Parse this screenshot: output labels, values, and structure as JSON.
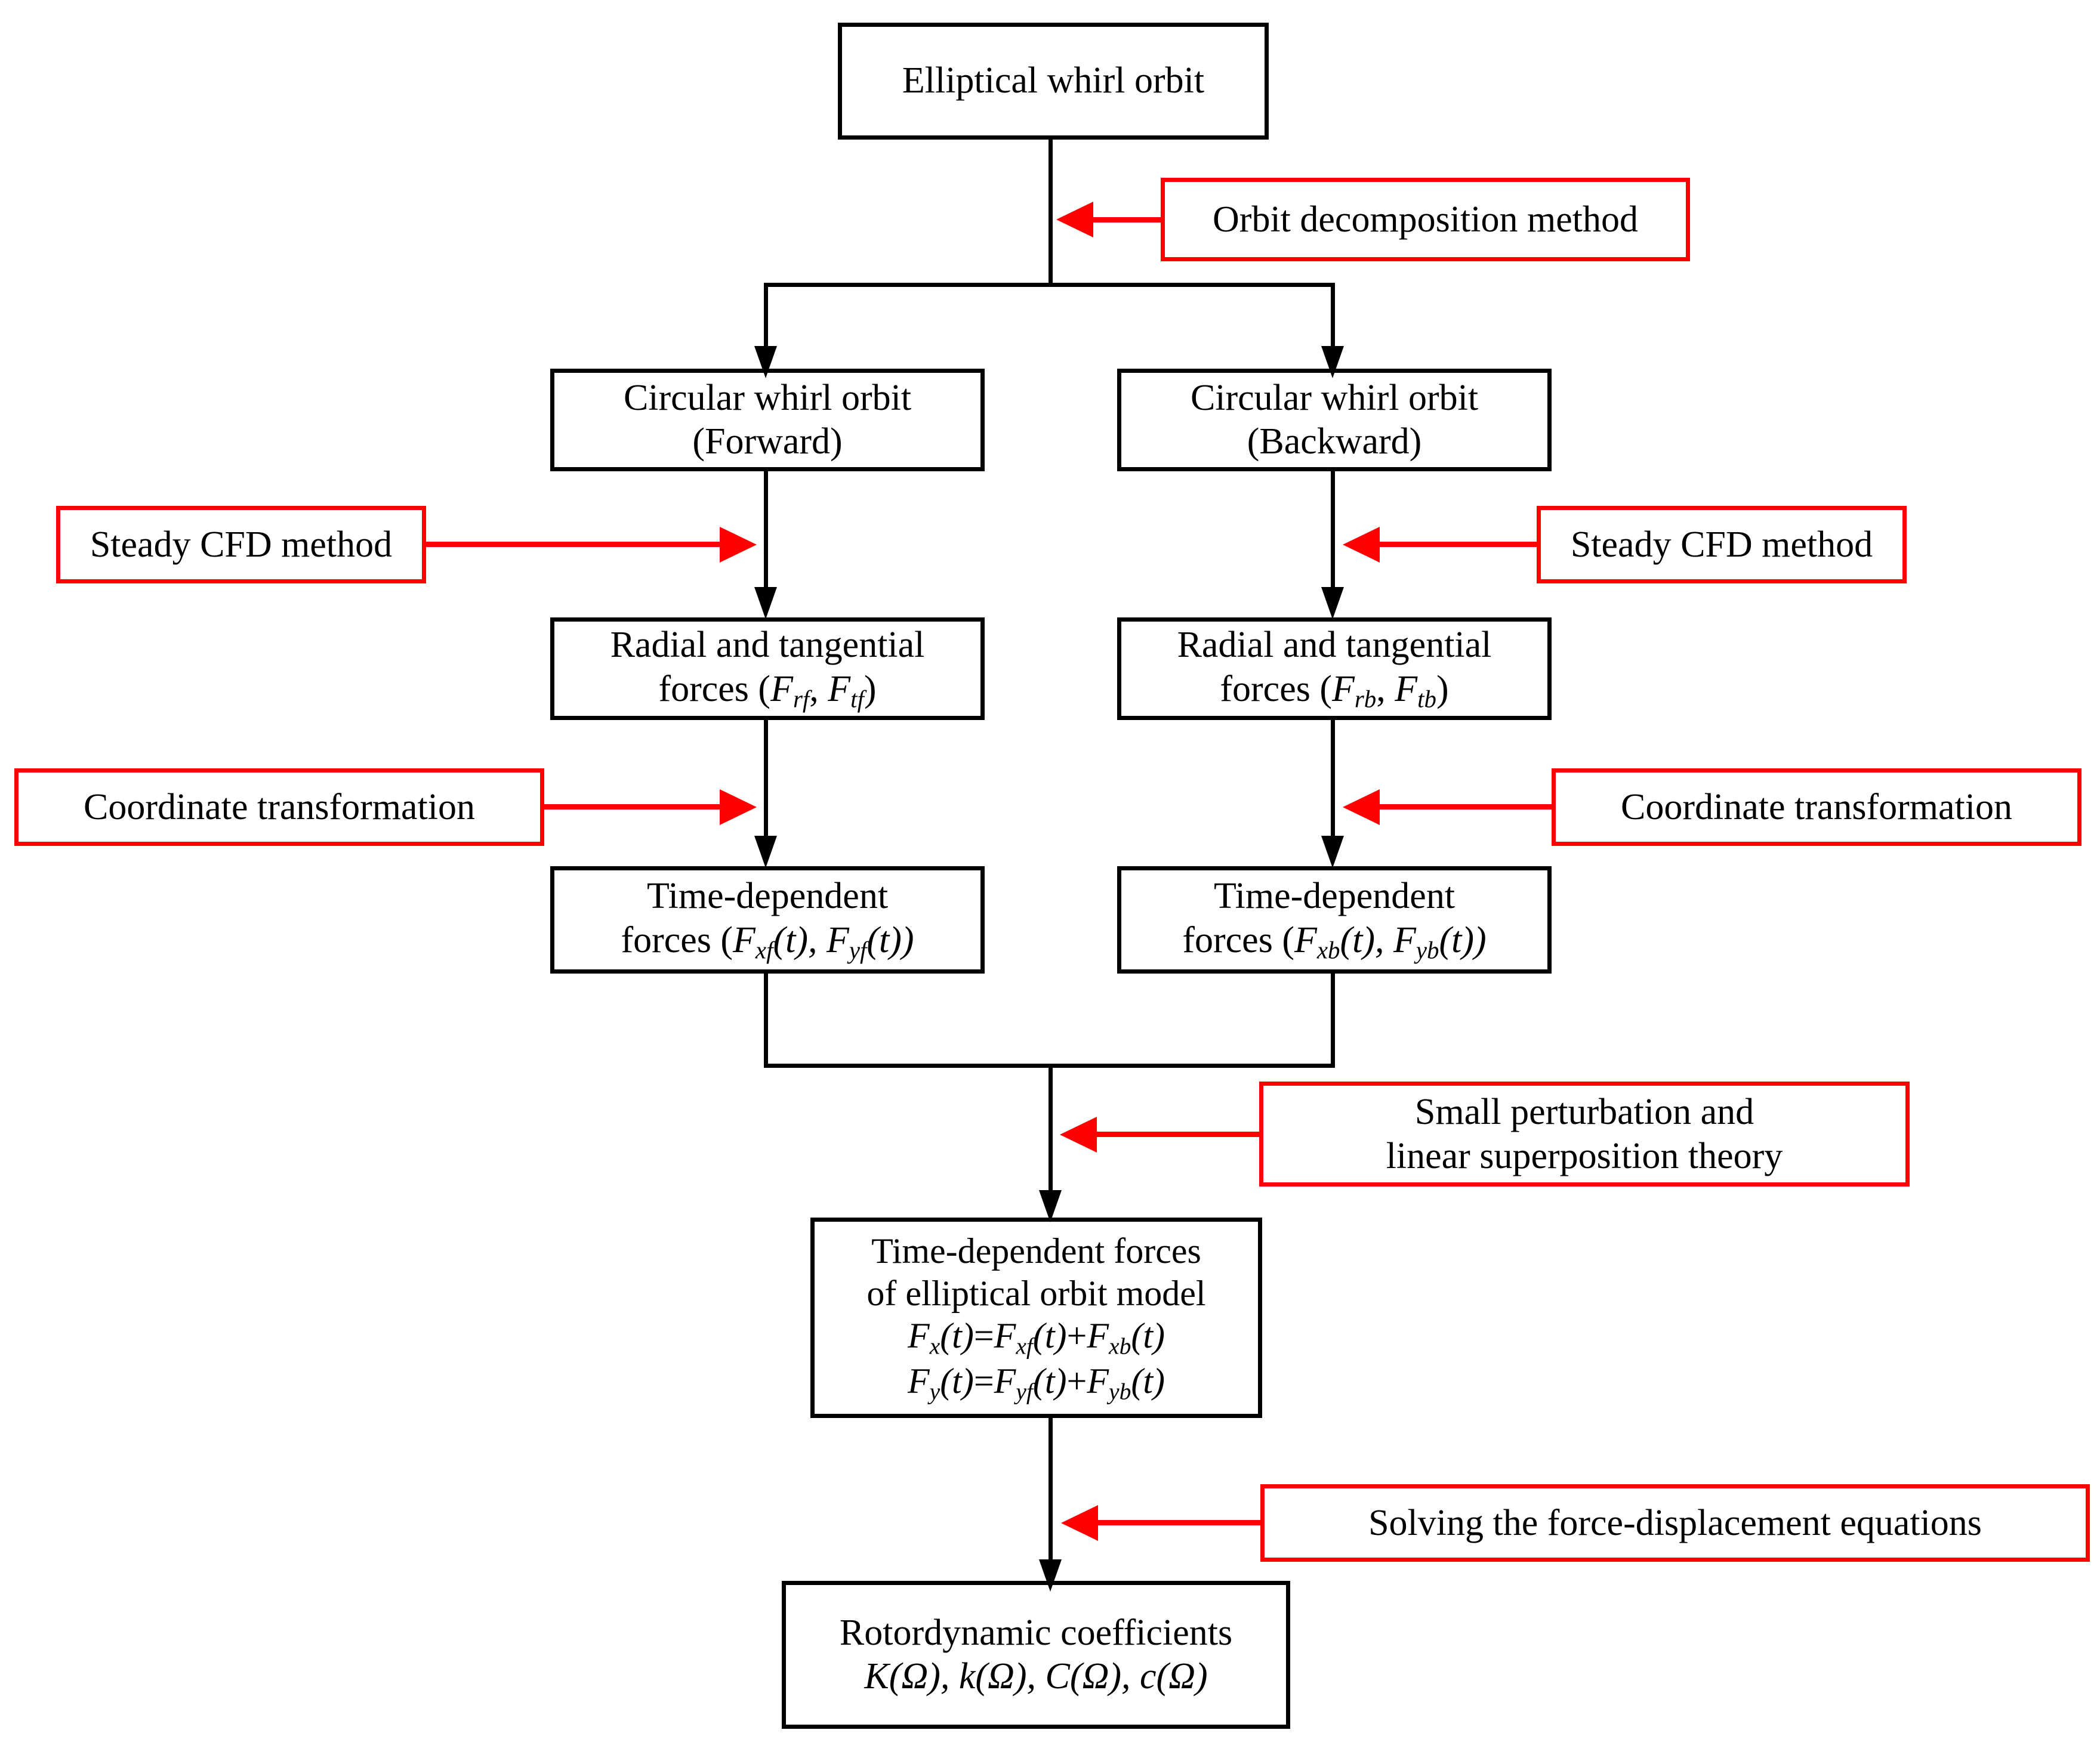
{
  "diagram": {
    "title": "Orbit decomposition flowchart for rotordynamic coefficient identification",
    "colors": {
      "process_border": "#000000",
      "annotation_border": "#ff0000",
      "arrow_black": "#000000",
      "arrow_red": "#ff0000",
      "background": "#ffffff",
      "text": "#000000"
    },
    "process_nodes": {
      "elliptical_orbit": {
        "line1": "Elliptical whirl orbit"
      },
      "circular_forward": {
        "line1": "Circular whirl orbit",
        "line2": "(Forward)"
      },
      "circular_backward": {
        "line1": "Circular whirl orbit",
        "line2": "(Backward)"
      },
      "forces_forward": {
        "line1": "Radial and tangential",
        "line2_pre": "forces (",
        "line2_f1": "F",
        "line2_f1sub": "rf",
        "line2_mid": ", ",
        "line2_f2": "F",
        "line2_f2sub": "tf",
        "line2_post": ")"
      },
      "forces_backward": {
        "line1": "Radial and tangential",
        "line2_pre": "forces (",
        "line2_f1": "F",
        "line2_f1sub": "rb",
        "line2_mid": ", ",
        "line2_f2": "F",
        "line2_f2sub": "tb",
        "line2_post": ")"
      },
      "time_forces_forward": {
        "line1": "Time-dependent",
        "line2_pre": "forces (",
        "line2_f1": "F",
        "line2_f1sub": "xf",
        "line2_t1": "(t), ",
        "line2_f2": "F",
        "line2_f2sub": "yf",
        "line2_t2": "(t))"
      },
      "time_forces_backward": {
        "line1": "Time-dependent",
        "line2_pre": "forces (",
        "line2_f1": "F",
        "line2_f1sub": "xb",
        "line2_t1": "(t), ",
        "line2_f2": "F",
        "line2_f2sub": "yb",
        "line2_t2": "(t))"
      },
      "elliptical_forces": {
        "line1": "Time-dependent forces",
        "line2": "of elliptical orbit model",
        "eq1": "Fx(t)=Fxf(t)+Fxb(t)",
        "eq2": "Fy(t)=Fyf(t)+Fyb(t)"
      },
      "rotordynamic": {
        "line1": "Rotordynamic coefficients",
        "line2": "K(Ω), k(Ω), C(Ω), c(Ω)"
      }
    },
    "annotations": {
      "orbit_decomposition": {
        "line1": "Orbit decomposition method"
      },
      "steady_cfd_left": {
        "line1": "Steady CFD method"
      },
      "steady_cfd_right": {
        "line1": "Steady CFD method"
      },
      "coord_transform_left": {
        "line1": "Coordinate transformation"
      },
      "coord_transform_right": {
        "line1": "Coordinate transformation"
      },
      "small_perturbation": {
        "line1": "Small perturbation and",
        "line2": "linear superposition theory"
      },
      "solving_equations": {
        "line1": "Solving the force-displacement equations"
      }
    }
  }
}
